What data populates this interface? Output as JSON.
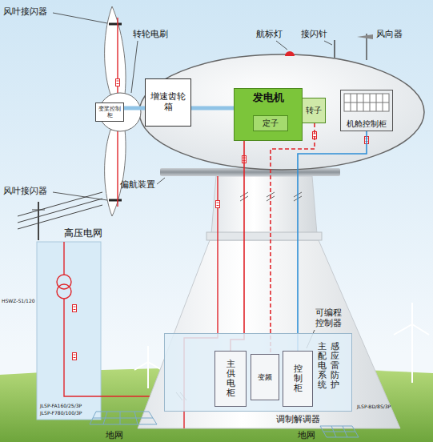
{
  "diagram": {
    "nodes": [
      {
        "text": [
          "变桨控制柜"
        ]
      },
      {
        "text": [
          "增速齿轮箱"
        ]
      },
      {
        "text": [
          "发电机"
        ]
      },
      {
        "text": [
          "定子"
        ],
        "in": 2
      },
      {
        "text": [
          "转子"
        ]
      },
      {
        "text": [
          "机舱控制柜"
        ]
      },
      {
        "text": [
          "主配电系统",
          "感应雷防护"
        ]
      },
      {
        "text": [
          "主供电柜"
        ],
        "in": 6
      },
      {
        "text": [
          "变频"
        ],
        "in": 6
      },
      {
        "text": [
          "控制柜"
        ],
        "in": 6
      }
    ],
    "edges": [
      {
        "from": 0,
        "to": 1,
        "arrow": "none"
      },
      {
        "from": 1,
        "to": 2,
        "arrow": "none"
      },
      {
        "from": 2,
        "to": 7,
        "arrow": "none"
      },
      {
        "from": 4,
        "to": 8,
        "arrow": "none"
      },
      {
        "from": 5,
        "to": 9,
        "arrow": "none"
      }
    ],
    "labels": [
      "风叶接闪器",
      "转轮电刷",
      "航标灯",
      "接闪针",
      "风向器",
      "风叶接闪器",
      "偏航装置",
      "高压电网",
      "可编程控制器",
      "调制解调器",
      "地网",
      "地网",
      "HSWZ-S1/120",
      "JLSP-FA160/25/3P",
      "JLSP-F780/100/3P",
      "JLSP-BD/8S/3P"
    ]
  }
}
